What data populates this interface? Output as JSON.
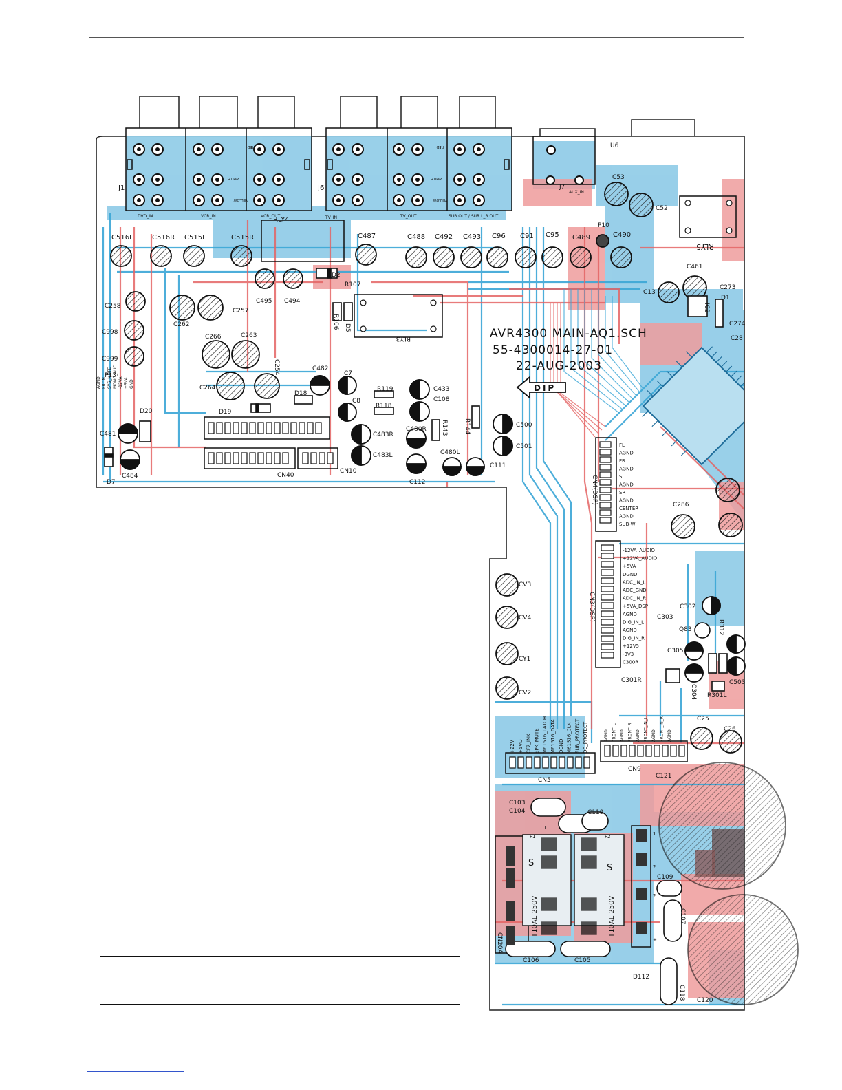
{
  "board": {
    "title_line1": "AVR4300 MAIN-AQ1.SCH",
    "title_line2": "55-4300014-27-01",
    "title_line3": "22-AUG-2003",
    "dip_label": "DIP"
  },
  "connectors": {
    "j1": "J1",
    "j6": "J6",
    "j7": "J7",
    "j7_sub": "AUX_IN",
    "u6": "U6",
    "group_labels": [
      "DVD_IN",
      "VCR_IN",
      "VCR_OUT",
      "TV_IN",
      "TV_OUT",
      "SUB OUT / SUR L_R OUT"
    ],
    "jack_colors": [
      "RED",
      "WHITE",
      "YELLOW"
    ]
  },
  "components": {
    "row_caps": [
      "C516L",
      "C516R",
      "C515L",
      "C515R",
      "C487",
      "C488",
      "C492",
      "C493",
      "C96",
      "C91",
      "C95",
      "C489",
      "C490"
    ],
    "relays": [
      "RLY4",
      "RLY3",
      "RLY5"
    ],
    "misc_upper": [
      "C495",
      "C494",
      "D2",
      "R107",
      "R106",
      "D5",
      "C258",
      "C262",
      "C257",
      "C998",
      "C999",
      "C266",
      "C263",
      "C254",
      "C264",
      "P13",
      "D18",
      "D19",
      "D20",
      "C481",
      "C484",
      "D7",
      "CN40",
      "CN10",
      "C482",
      "C7",
      "C8",
      "R119",
      "R118",
      "C433",
      "C108",
      "C483R",
      "C480R",
      "R143",
      "R144",
      "C483L",
      "C480L",
      "C112",
      "C111",
      "C500",
      "C501",
      "P10",
      "C53",
      "C52",
      "C461",
      "C13",
      "C273",
      "D1",
      "IC2",
      "C274",
      "C28"
    ],
    "misc_lower": [
      "C286",
      "CV3",
      "CV4",
      "CY1",
      "CV2",
      "C302",
      "C303",
      "Q83",
      "R312",
      "C305",
      "C301R",
      "C304",
      "R301L",
      "C503",
      "C25",
      "C26",
      "CN5",
      "CN9",
      "C121",
      "C103",
      "C104",
      "C119",
      "C109",
      "C107",
      "C106",
      "C105",
      "D112",
      "C118",
      "C120",
      "CN20A"
    ],
    "fuse_rating": "T10AL 250V",
    "fuse_marks": [
      "F1",
      "F2",
      "S",
      "S",
      "1",
      "2",
      "1",
      "2",
      "+"
    ]
  },
  "cn4_pins": [
    "FL",
    "AGND",
    "FR",
    "AGND",
    "SL",
    "AGND",
    "SR",
    "AGND",
    "CENTER",
    "AGND",
    "SUB-W"
  ],
  "cn4_label": "CN4(DSP)",
  "cn3_pins": [
    "-12VA_AUDIO",
    "+12VA_AUDIO",
    "+5VA",
    "DGND",
    "ADC_IN_L",
    "ADC_GND",
    "ADC_IN_R",
    "+5VA_DSP",
    "AGND",
    "DIG_IN_L",
    "AGND",
    "DIG_IN_R",
    "+12V5",
    "-3V3",
    "C300R"
  ],
  "cn3_label": "CN3(DSP)",
  "cn5_pins": [
    "+22V",
    "+5VD",
    "CF2_INK",
    "SPK_MUTE",
    "M61516_LATCH",
    "M61516_DATA",
    "DGND",
    "M61516_CLK",
    "SUB_PROTECT",
    "DC_PROTECT"
  ],
  "cn9_pins": [
    "AGND",
    "FRONT_L",
    "AGND",
    "FRONT_R",
    "AGND",
    "FRONT_IN_L",
    "AGND",
    "FRONT_IN_R",
    "AGND"
  ],
  "cn40_pins": [
    "AGND",
    "FRONT_L",
    "SYS_MUTE",
    "MONO_AUD",
    "-12VA",
    "+5VA",
    "GND"
  ],
  "caption": ""
}
